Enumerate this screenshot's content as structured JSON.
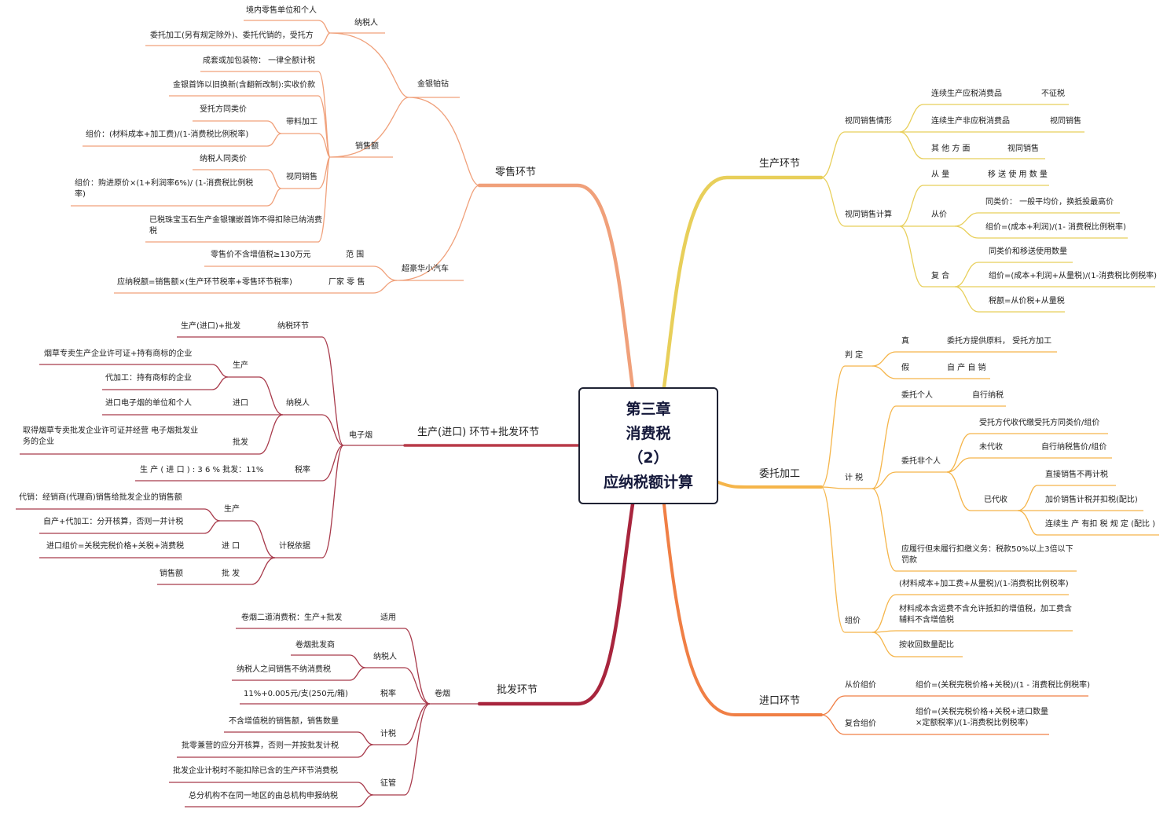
{
  "center": {
    "line1": "第三章",
    "line2": "消费税",
    "line3": "（2）",
    "line4": "应纳税额计算"
  },
  "colors": {
    "retail": "#f0a07a",
    "production": "#e8cf5a",
    "commission": "#f5b54a",
    "import": "#f07f45",
    "wholesale_trunk": "#a8253d",
    "wholesale": "#a83a4b",
    "center_border": "#1f2233"
  },
  "retail": {
    "label": "零售环节",
    "gold": "金银铂钻",
    "taxpayer": "纳税人",
    "tp1": "境内零售单位和个人",
    "tp2": "委托加工(另有规定除外)、委托代销的，受托方",
    "sales": "销售额",
    "s1": "成套或加包装物： 一律全额计税",
    "s2": "金银首饰以旧换新(含翻新改制):实收价款",
    "supply": "带料加工",
    "sp1": "受托方同类价",
    "sp2": "组价：(材料成本+加工费)/(1-消费税比例税率)",
    "deemed": "视同销售",
    "d1": "纳税人同类价",
    "d2": "组价：购进原价×(1+利润率6%)/ (1-消费税比例税率)",
    "s3": "已税珠宝玉石生产金银镶嵌首饰不得扣除已纳消费税",
    "car": "超豪华小汽车",
    "scope": "范 围",
    "scope1": "零售价不含增值税≥130万元",
    "maker": "厂家 零 售",
    "maker1": "应纳税额=销售额×(生产环节税率+零售环节税率)"
  },
  "ecig": {
    "label": "生产(进口) 环节+批发环节",
    "node": "电子烟",
    "stage": "纳税环节",
    "stage1": "生产(进口)+批发",
    "taxpayer": "纳税人",
    "prod": "生产",
    "prod1": "烟草专卖生产企业许可证+持有商标的企业",
    "prod2": "代加工：持有商标的企业",
    "imp": "进口",
    "imp1": "进口电子烟的单位和个人",
    "whs": "批发",
    "whs1": "取得烟草专卖批发企业许可证并经营 电子烟批发业务的企业",
    "rate": "税率",
    "rate1": "生 产 ( 进 口 ) : 3 6 %  批发：11%",
    "basis": "计税依据",
    "bprod": "生产",
    "bp1": "代销：经销商(代理商)销售给批发企业的销售额",
    "bp2": "自产+代加工：分开核算，否则一并计税",
    "bimp": "进 口",
    "bi1": "进口组价=关税完税价格+关税+消费税",
    "bwhs": "批 发",
    "bw1": "销售额"
  },
  "wholesale": {
    "label": "批发环节",
    "node": "卷烟",
    "apply": "适用",
    "apply1": "卷烟二道消费税：生产+批发",
    "taxpayer": "纳税人",
    "tp1": "卷烟批发商",
    "tp2": "纳税人之间销售不纳消费税",
    "rate": "税率",
    "rate1": "11%+0.005元/支(250元/箱)",
    "calc": "计税",
    "c1": "不含增值税的销售额，销售数量",
    "c2": "批零兼营的应分开核算，否则一并按批发计税",
    "admin": "征管",
    "a1": "批发企业计税时不能扣除已含的生产环节消费税",
    "a2": "总分机构不在同一地区的由总机构申报纳税"
  },
  "production": {
    "label": "生产环节",
    "deemed": "视同销售情形",
    "d1": "连续生产应税消费品",
    "d1v": "不征税",
    "d2": "连续生产非应税消费品",
    "d2v": "视同销售",
    "d3": "其 他 方 面",
    "d3v": "视同销售",
    "calc": "视同销售计算",
    "qty": "从 量",
    "qty1": "移 送 使 用 数 量",
    "adv": "从价",
    "adv1": "同类价： 一般平均价，换抵投最高价",
    "adv2": "组价=(成本+利润)/(1- 消费税比例税率)",
    "mix": "复 合",
    "mix1": "同类价和移送使用数量",
    "mix2": "组价=(成本+利润+从量税)/(1-消费税比例税率)",
    "mix3": "税额=从价税+从量税"
  },
  "commission": {
    "label": "委托加工",
    "judge": "判 定",
    "true": "真",
    "true1": "委托方提供原料， 受托方加工",
    "false": "假",
    "false1": "自 产 自 销",
    "calc": "计 税",
    "indiv": "委托个人",
    "indiv1": "自行纳税",
    "nonindiv": "委托非个人",
    "n1": "受托方代收代缴受托方同类价/组价",
    "not": "未代收",
    "not1": "自行纳税售价/组价",
    "done": "已代收",
    "done1": "直接销售不再计税",
    "done2": "加价销售计税并扣税(配比)",
    "done3": "连续生 产 有扣 税 规 定 (配比 )",
    "penalty": "应履行但未履行扣缴义务：税款50%以上3倍以下罚款",
    "price": "组价",
    "p1": "(材料成本+加工费+从量税)/(1-消费税比例税率)",
    "p2": "材料成本含运费不含允许抵扣的增值税，加工费含辅料不含增值税",
    "p3": "按收回数量配比"
  },
  "import": {
    "label": "进口环节",
    "adv": "从价组价",
    "adv1": "组价=(关税完税价格+关税)/(1 - 消费税比例税率)",
    "mix": "复合组价",
    "mix1": "组价=(关税完税价格+关税+进口数量 ×定额税率)/(1-消费税比例税率)"
  }
}
